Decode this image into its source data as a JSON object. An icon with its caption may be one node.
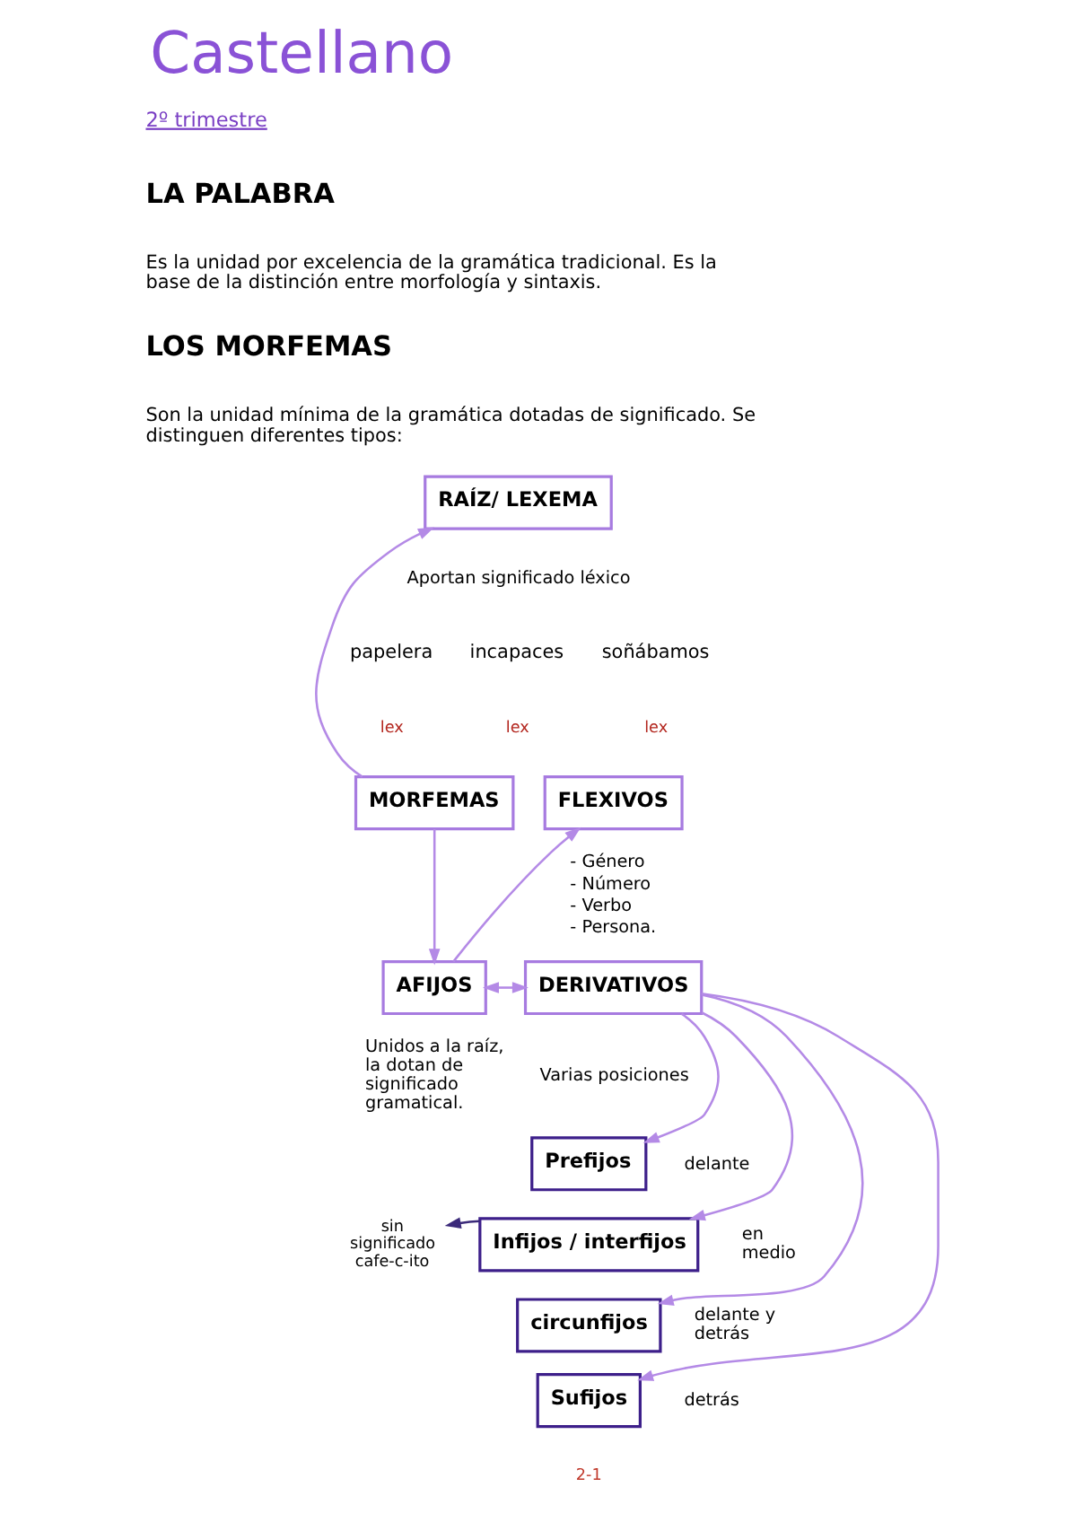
{
  "diagram": {
    "title": "Castellano",
    "nodes": [
      {
        "text": [
          "MORFEMAS"
        ]
      },
      {
        "text": [
          "RAÍZ/ LEXEMA"
        ],
        "beside": [
          "Aportan significado léxico"
        ]
      },
      {
        "text": [
          "AFIJOS"
        ],
        "beside": [
          "Unidos a la raíz, la dotan de significado gramatical."
        ]
      },
      {
        "text": [
          "FLEXIVOS"
        ],
        "beside": [
          "- Género",
          "- Número",
          "- Verbo",
          "- Persona."
        ]
      },
      {
        "text": [
          "DERIVATIVOS"
        ],
        "beside": [
          "Varias posiciones"
        ]
      },
      {
        "text": [
          "Prefijos"
        ],
        "beside": [
          "delante"
        ]
      },
      {
        "text": [
          "Infijos / interfijos"
        ],
        "beside": [
          "en medio"
        ]
      },
      {
        "text": [
          "circunfijos"
        ],
        "beside": [
          "delante y detrás"
        ]
      },
      {
        "text": [
          "Sufijos"
        ],
        "beside": [
          "detrás"
        ]
      },
      {
        "text": [
          "sin significado cafe-c-ito"
        ]
      }
    ],
    "edges": [
      {
        "from": 0,
        "to": 1,
        "arrow": "to"
      },
      {
        "from": 0,
        "to": 2,
        "arrow": "to"
      },
      {
        "from": 2,
        "to": 3,
        "arrow": "to"
      },
      {
        "from": 2,
        "to": 4,
        "arrow": "both"
      },
      {
        "from": 4,
        "to": 5,
        "arrow": "to"
      },
      {
        "from": 4,
        "to": 6,
        "arrow": "to"
      },
      {
        "from": 4,
        "to": 7,
        "arrow": "to"
      },
      {
        "from": 4,
        "to": 8,
        "arrow": "to"
      },
      {
        "from": 6,
        "to": 9,
        "arrow": "to",
        "color": "#3b2a7a"
      }
    ],
    "labels": [
      "2º trimestre",
      "LA PALABRA",
      "Es la unidad por excelencia de la gramática tradicional. Es la base de la distinción entre morfología y sintaxis.",
      "LOS MORFEMAS",
      "Son la unidad mínima de la gramática dotadas de significado. Se distinguen diferentes tipos:",
      "papelera",
      "incapaces",
      "soñábamos",
      "lex",
      "lex",
      "lex",
      "2-1"
    ]
  }
}
